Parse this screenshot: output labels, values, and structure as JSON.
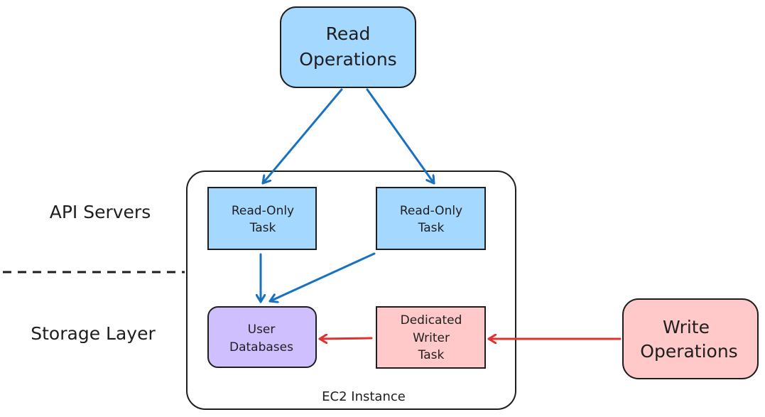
{
  "labels": {
    "api_servers": "API Servers",
    "storage_layer": "Storage Layer",
    "ec2_instance": "EC2 Instance"
  },
  "nodes": {
    "read_operations": {
      "line1": "Read",
      "line2": "Operations"
    },
    "write_operations": {
      "line1": "Write",
      "line2": "Operations"
    },
    "read_only_task_1": {
      "line1": "Read-Only",
      "line2": "Task"
    },
    "read_only_task_2": {
      "line1": "Read-Only",
      "line2": "Task"
    },
    "user_databases": {
      "line1": "User",
      "line2": "Databases"
    },
    "dedicated_writer_task": {
      "line1": "Dedicated",
      "line2": "Writer",
      "line3": "Task"
    }
  },
  "colors": {
    "read_fill": "#a5d8ff",
    "write_fill": "#ffc9c9",
    "db_fill": "#d0bfff",
    "read_arrow": "#1971c2",
    "write_arrow": "#e03131",
    "stroke": "#1e1e1e"
  }
}
